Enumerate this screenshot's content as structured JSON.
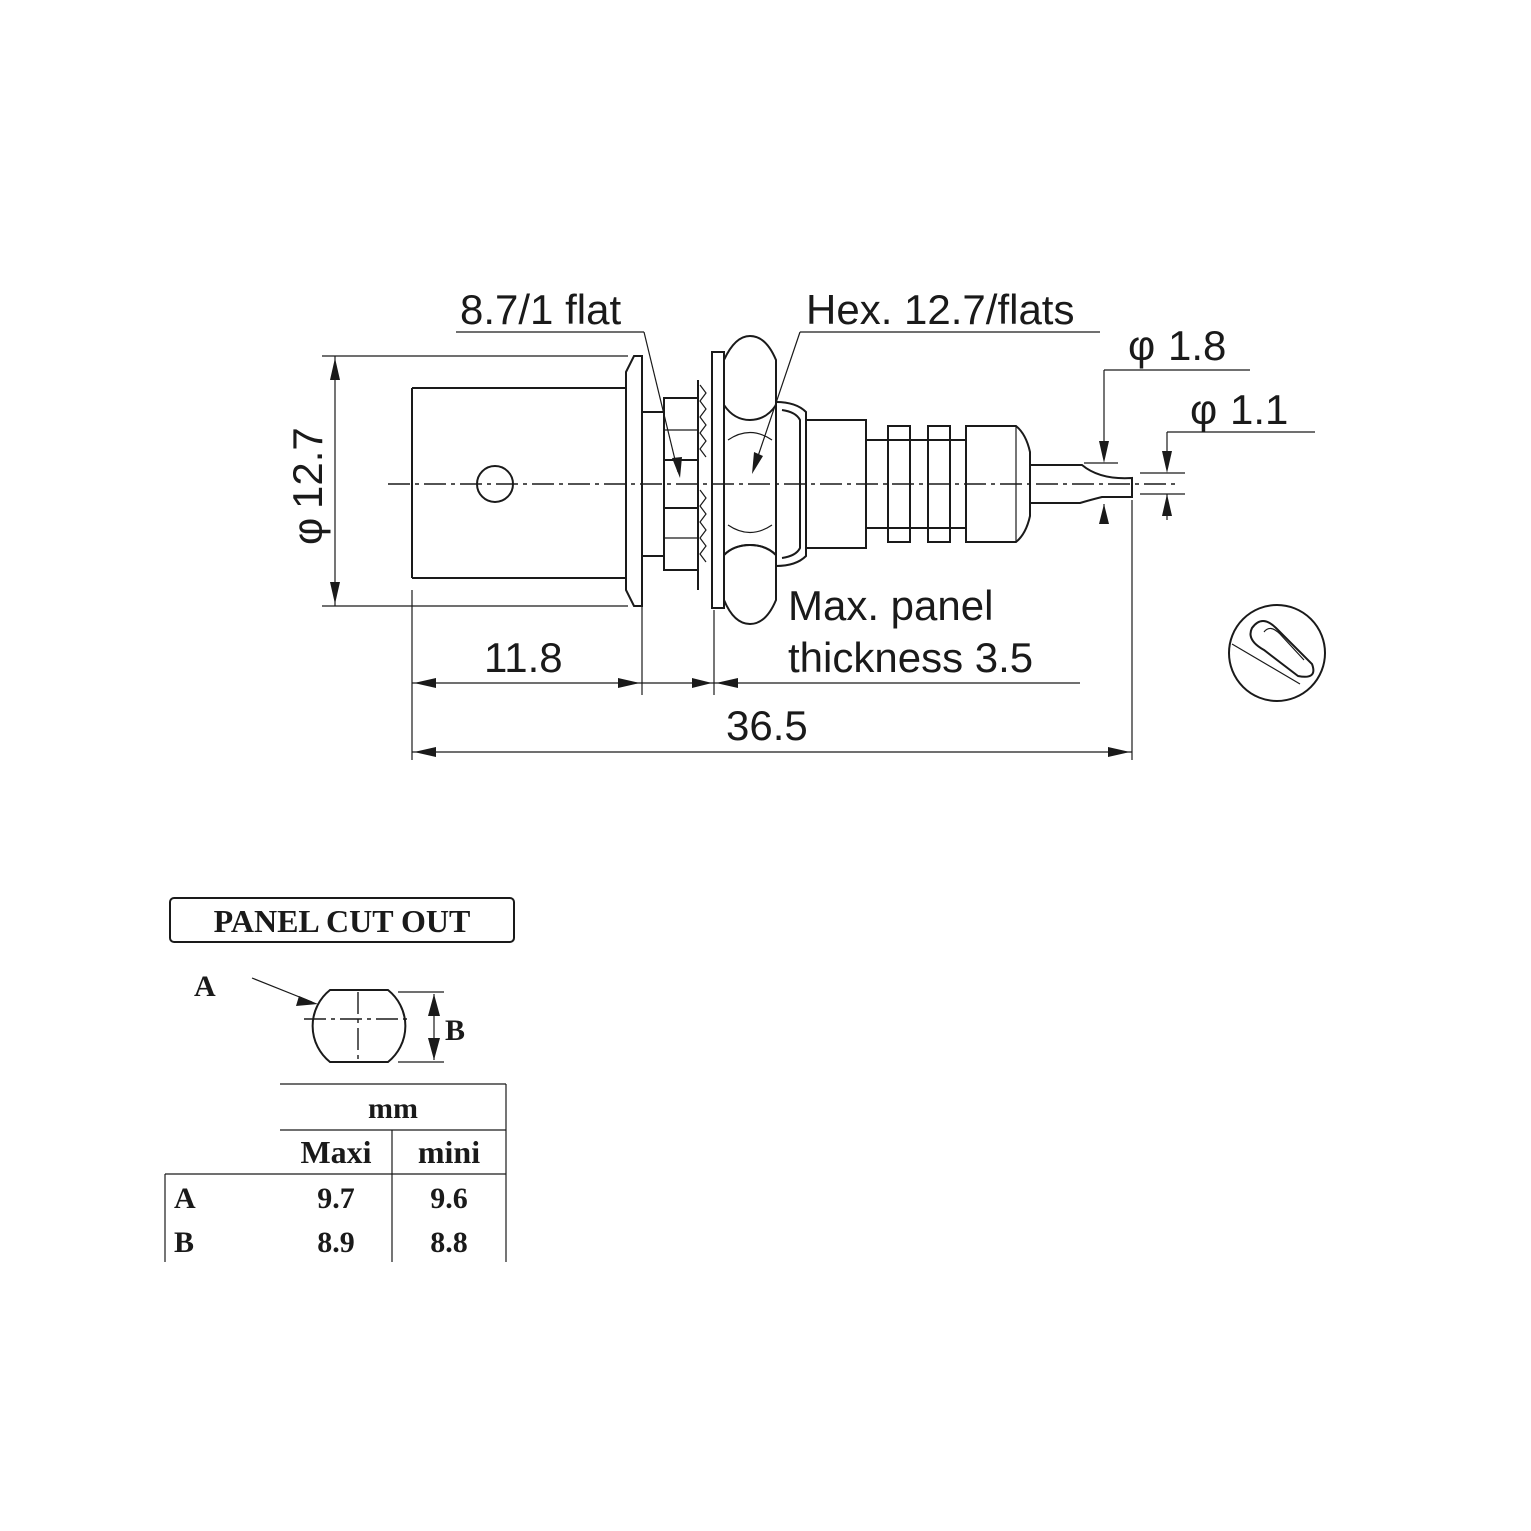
{
  "drawing": {
    "dim_flat": "8.7/1 flat",
    "dim_hex": "Hex. 12.7/flats",
    "dim_dia_1_8": "1.8",
    "dim_dia_1_1": "1.1",
    "dim_dia_12_7": "12.7",
    "dia_symbol": "φ",
    "dim_11_8": "11.8",
    "dim_36_5": "36.5",
    "panel_note_line1": "Max. panel",
    "panel_note_line2": "thickness 3.5"
  },
  "cutout": {
    "title": "PANEL CUT OUT",
    "label_a": "A",
    "label_b": "B",
    "table": {
      "unit_header": "mm",
      "columns": [
        "Maxi",
        "mini"
      ],
      "rows": [
        {
          "label": "A",
          "values": [
            "9.7",
            "9.6"
          ]
        },
        {
          "label": "B",
          "values": [
            "8.9",
            "8.8"
          ]
        }
      ]
    }
  }
}
